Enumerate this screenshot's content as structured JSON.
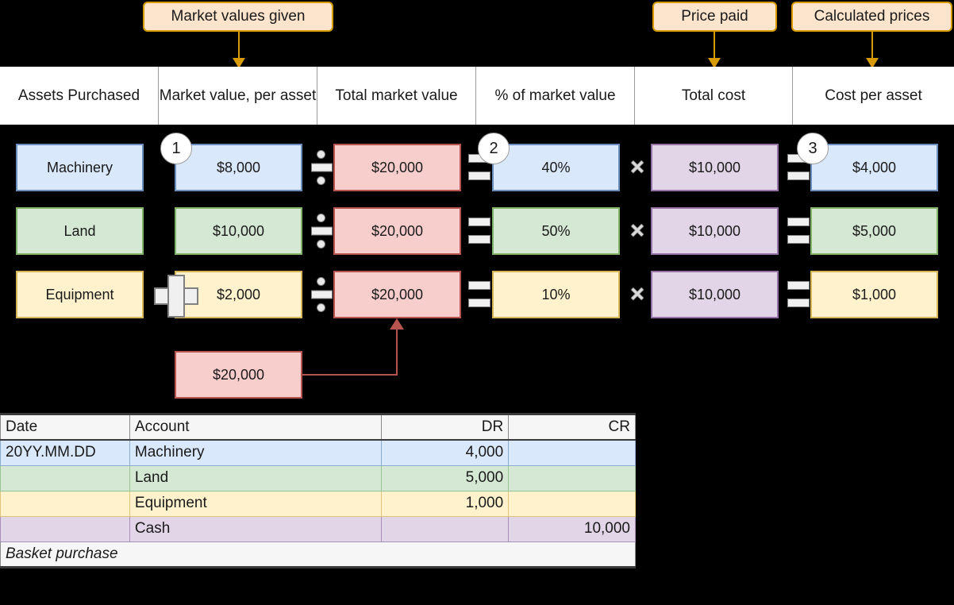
{
  "callouts": [
    {
      "label": "Market values given"
    },
    {
      "label": "Price paid"
    },
    {
      "label": "Calculated prices"
    }
  ],
  "table_headers": [
    "Assets\nPurchased",
    "Market value,\nper asset",
    "Total market\nvalue",
    "% of market\nvalue",
    "Total cost",
    "Cost per asset"
  ],
  "headers_plain": {
    "assets": "Assets Purchased",
    "market_value_per_asset": "Market value, per asset",
    "total_market_value": "Total market value",
    "pct_of_market_value": "% of market value",
    "total_cost": "Total cost",
    "cost_per_asset": "Cost per asset"
  },
  "rows": [
    {
      "asset": "Machinery",
      "market_value": "$8,000",
      "total_market_value": "$20,000",
      "pct": "40%",
      "total_cost": "$10,000",
      "cost_per_asset": "$4,000",
      "color": "blue"
    },
    {
      "asset": "Land",
      "market_value": "$10,000",
      "total_market_value": "$20,000",
      "pct": "50%",
      "total_cost": "$10,000",
      "cost_per_asset": "$5,000",
      "color": "green"
    },
    {
      "asset": "Equipment",
      "market_value": "$2,000",
      "total_market_value": "$20,000",
      "pct": "10%",
      "total_cost": "$10,000",
      "cost_per_asset": "$1,000",
      "color": "yellow"
    }
  ],
  "sum_box": {
    "value": "$20,000"
  },
  "badges": [
    "1",
    "2",
    "3"
  ],
  "operators": {
    "divide": "divide-icon",
    "equals": "equals-icon",
    "multiply": "multiply-icon",
    "plus": "plus-icon",
    "multiply_glyph": "×"
  },
  "journal": {
    "columns": [
      "Date",
      "Account",
      "DR",
      "CR"
    ],
    "rows": [
      {
        "date": "20YY.MM.DD",
        "account": "Machinery",
        "dr": "4,000",
        "cr": "",
        "color": "blue",
        "indent": false
      },
      {
        "date": "",
        "account": "Land",
        "dr": "5,000",
        "cr": "",
        "color": "green",
        "indent": false
      },
      {
        "date": "",
        "account": "Equipment",
        "dr": "1,000",
        "cr": "",
        "color": "yellow",
        "indent": false
      },
      {
        "date": "",
        "account": "Cash",
        "dr": "",
        "cr": "10,000",
        "color": "purple",
        "indent": true
      }
    ],
    "memo": "Basket purchase"
  },
  "colors": {
    "blue_fill": "#dae8fc",
    "blue_stroke": "#6c8ebf",
    "green_fill": "#d5e8d4",
    "green_stroke": "#82b366",
    "yellow_fill": "#fff2cc",
    "yellow_stroke": "#d6b656",
    "red_fill": "#f8cecc",
    "red_stroke": "#b85450",
    "purple_fill": "#e1d5e7",
    "purple_stroke": "#9673a6",
    "callout_fill": "#fde4cc",
    "callout_stroke": "#d79b00",
    "background": "#000000"
  }
}
